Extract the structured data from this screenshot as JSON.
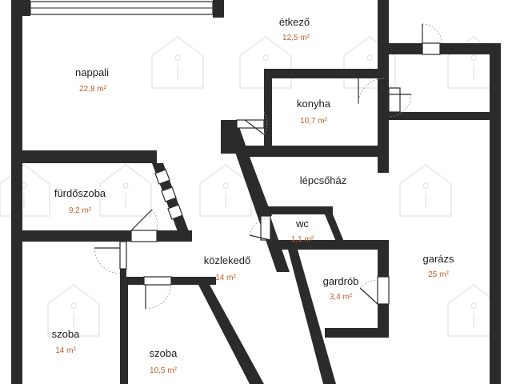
{
  "rooms": [
    {
      "id": "etkezo",
      "name": "étkező",
      "area": "12,5 m²"
    },
    {
      "id": "nappali",
      "name": "nappali",
      "area": "22,8 m²"
    },
    {
      "id": "konyha",
      "name": "konyha",
      "area": "10,7 m²"
    },
    {
      "id": "furdoszoba",
      "name": "fürdőszoba",
      "area": "9,2 m²"
    },
    {
      "id": "lepcsohaz",
      "name": "lépcsőház",
      "area": ""
    },
    {
      "id": "wc",
      "name": "wc",
      "area": "1,1 m²"
    },
    {
      "id": "kozlekedo",
      "name": "közlekedő",
      "area": "14 m²"
    },
    {
      "id": "garazs",
      "name": "garázs",
      "area": "25 m²"
    },
    {
      "id": "gardrob",
      "name": "gardrób",
      "area": "3,4 m²"
    },
    {
      "id": "szoba1",
      "name": "szoba",
      "area": "14 m²"
    },
    {
      "id": "szoba2",
      "name": "szoba",
      "area": "10,5 m²"
    }
  ],
  "colors": {
    "wall": "#2b2b2b",
    "area_text": "#c0622a",
    "label_text": "#1f1f1f",
    "watermark": "#e6e6e6"
  }
}
